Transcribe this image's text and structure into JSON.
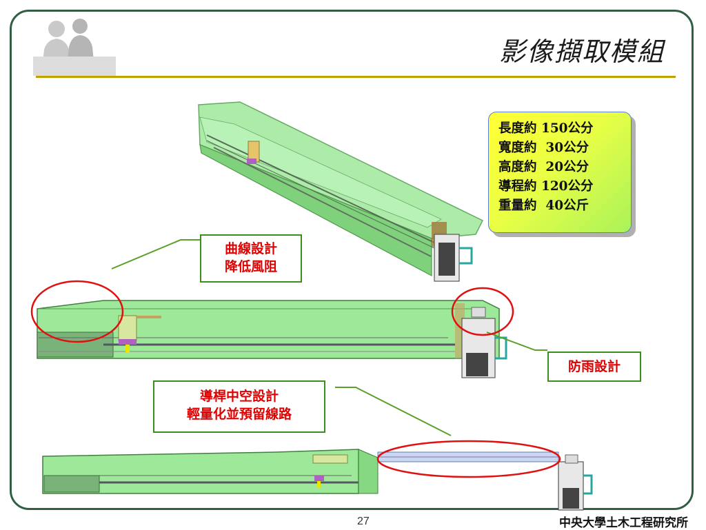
{
  "slide": {
    "title": "影像擷取模組",
    "page_number": "27",
    "footer": "中央大學土木工程研究所"
  },
  "specs": {
    "lines": [
      "長度約 150公分",
      "寬度約  30公分",
      "高度約  20公分",
      "導程約 120公分",
      "重量約  40公斤"
    ]
  },
  "callouts": {
    "curve": {
      "line1": "曲線設計",
      "line2": "降低風阻"
    },
    "rain": {
      "text": "防雨設計"
    },
    "rod": {
      "line1": "導桿中空設計",
      "line2": "輕量化並預留線路"
    }
  },
  "colors": {
    "frame": "#2f5e45",
    "title_rule": "#c2a000",
    "callout_text": "#e00000",
    "callout_border": "#3a8f1a",
    "highlight_ellipse": "#e01010",
    "model_fill": "#9ee89a"
  }
}
